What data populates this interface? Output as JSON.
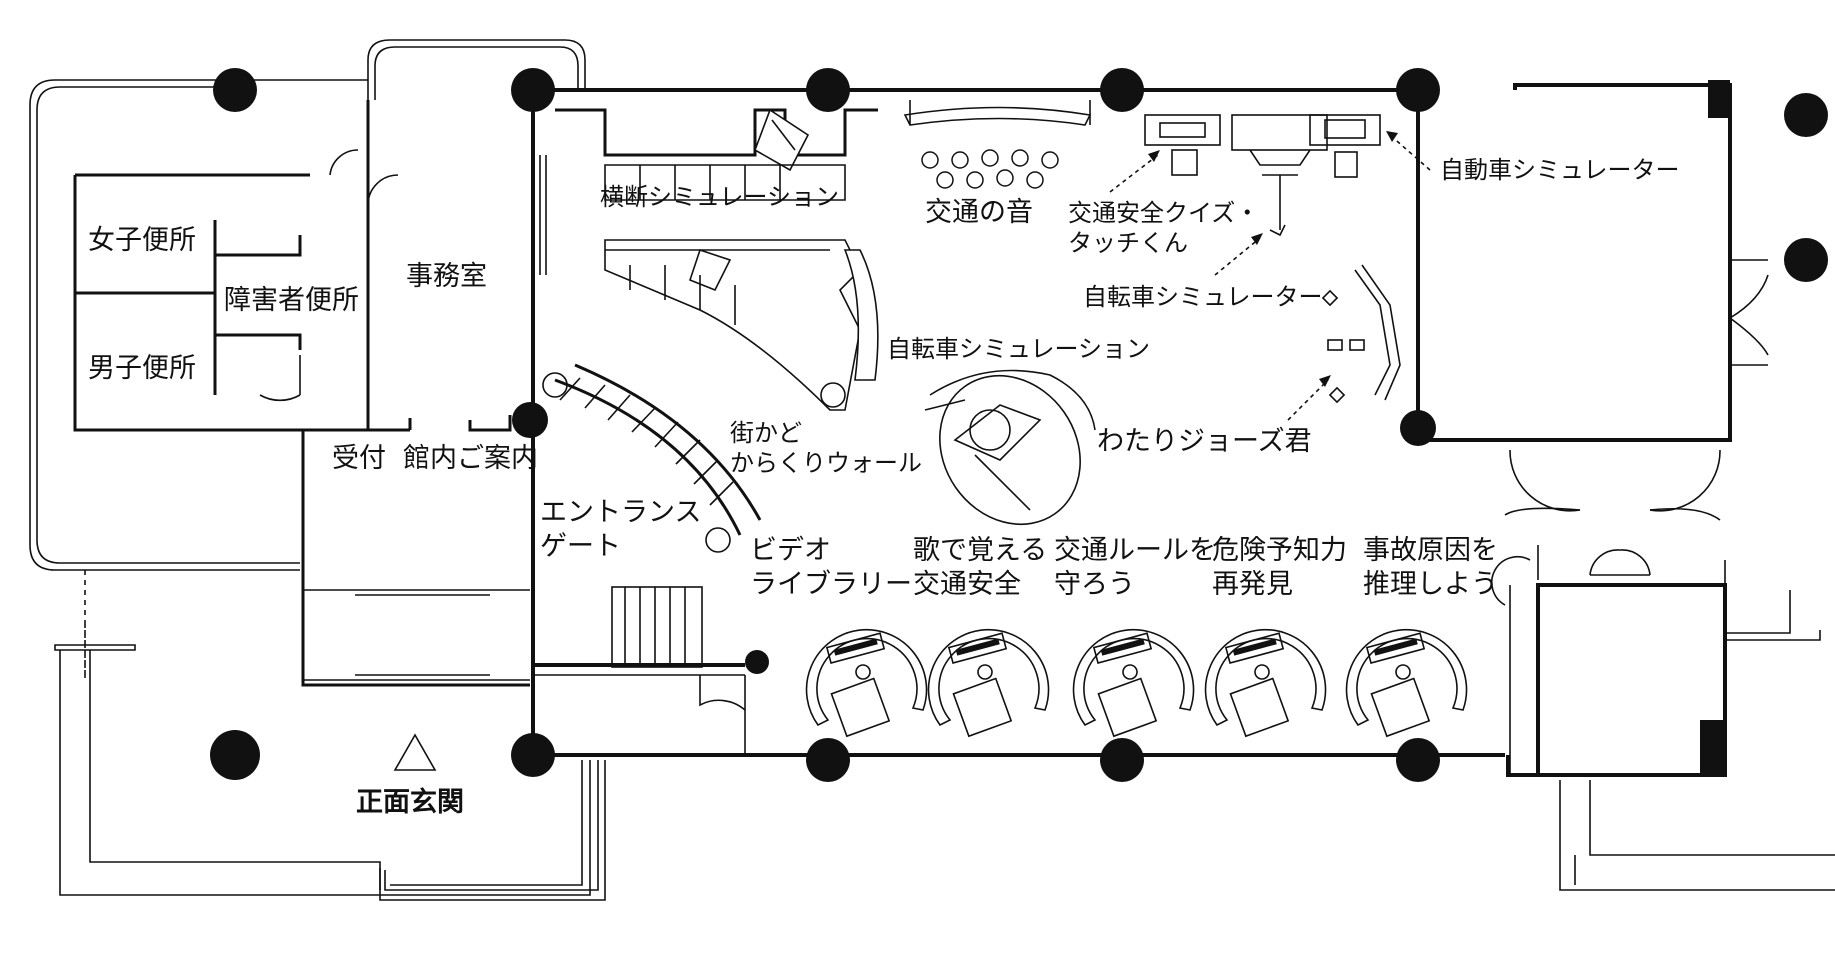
{
  "labels": {
    "womens_restroom": "女子便所",
    "mens_restroom": "男子便所",
    "accessible_restroom": "障害者便所",
    "office": "事務室",
    "reception": "受付",
    "information": "館内ご案内",
    "entrance_main": "正面玄関",
    "entrance_gate": "エントランス\nゲート",
    "crossing_sim": "横断シミュレーション",
    "traffic_sound": "交通の音",
    "quiz": "交通安全クイズ・\nタッチくん",
    "car_sim": "自動車シミュレーター",
    "bike_simulator": "自転車シミュレーター",
    "bike_simulation": "自転車シミュレーション",
    "street_corner": "街かど\nからくりウォール",
    "wataru": "わたりジョーズ君",
    "video": "ビデオ\nライブラリー",
    "song": "歌で覚える\n交通安全",
    "rules": "交通ルールを\n守ろう",
    "hazard": "危険予知力\n再発見",
    "accident": "事故原因を\n推理しよう"
  },
  "colors": {
    "line": "#111111",
    "background": "#ffffff"
  }
}
